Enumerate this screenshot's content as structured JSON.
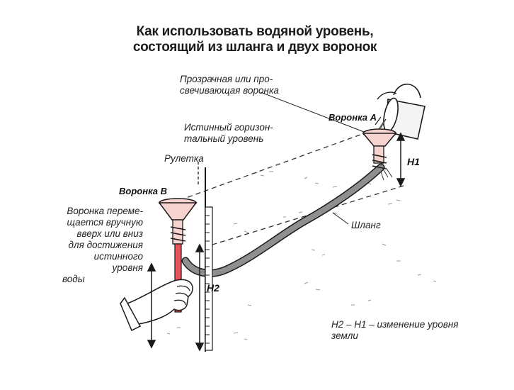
{
  "title": {
    "line1": "Как использовать водяной уровень,",
    "line2": "состоящий из шланга и двух воронок"
  },
  "labels": {
    "transparent_funnel": [
      "Прозрачная или про-",
      "свечивающая воронка"
    ],
    "true_horizontal": [
      "Истинный горизон-",
      "тальный уровень"
    ],
    "funnel_a": "Воронка А",
    "h1": "H1",
    "tape_measure": "Рулетка",
    "funnel_b": "Воронка В",
    "hose": "Шланг",
    "h2": "H2",
    "funnel_note": [
      "Воронка переме-",
      "щается вручную",
      "вверх или вниз",
      "для достижения",
      "истинного уровня",
      "воды"
    ],
    "difference_note": [
      "H2 – H1 – изменение уровня",
      "земли"
    ]
  },
  "colors": {
    "funnel_fill": "#f7d3cf",
    "funnel_tube": "#e5535b",
    "ink": "#1a1a1a",
    "hose": "#8f8f8f"
  }
}
